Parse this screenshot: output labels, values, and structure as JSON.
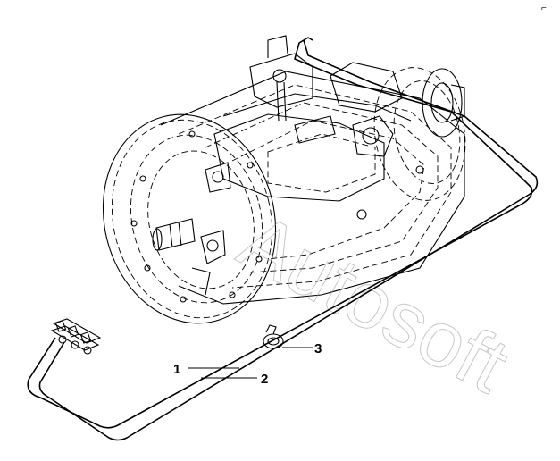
{
  "callouts": {
    "c1": "1",
    "c2": "2",
    "c3": "3"
  },
  "watermark": "Autosoft",
  "corner_mark": "⌐",
  "colors": {
    "ink": "#000000",
    "watermark": "#9a9a9a",
    "background": "#ffffff"
  }
}
